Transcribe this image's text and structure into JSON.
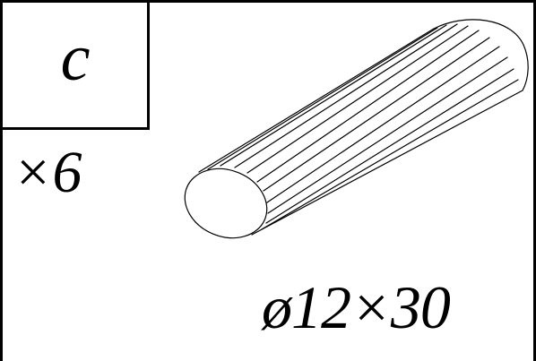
{
  "part_letter": "c",
  "quantity": "×6",
  "dimension": "ø12×30",
  "part_illustration_icon": "fluted-wooden-dowel-icon",
  "colors": {
    "ink": "#000000",
    "background": "#ffffff"
  }
}
